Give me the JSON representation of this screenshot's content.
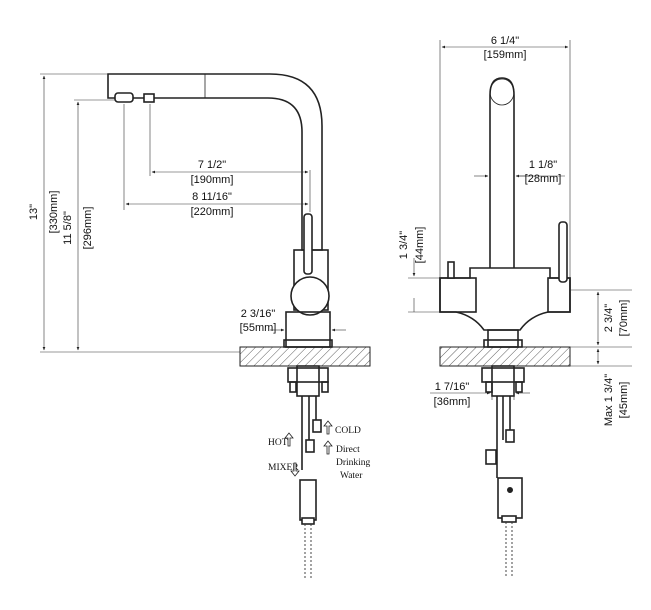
{
  "side_view": {
    "dims": {
      "overall_height": {
        "imperial": "13\"",
        "metric": "[330mm]"
      },
      "spout_height": {
        "imperial": "11 5/8\"",
        "metric": "[296mm]"
      },
      "reach_1": {
        "imperial": "7 1/2\"",
        "metric": "[190mm]"
      },
      "reach_2": {
        "imperial": "8 11/16\"",
        "metric": "[220mm]"
      },
      "base_dia": {
        "imperial": "2 3/16\"",
        "metric": "[55mm]"
      }
    },
    "hose_labels": {
      "cold": "COLD",
      "hot": "HOT",
      "mixer": "MIXER",
      "direct": "Direct",
      "drinking": "Drinking",
      "water": "Water"
    }
  },
  "front_view": {
    "dims": {
      "width": {
        "imperial": "6 1/4\"",
        "metric": "[159mm]"
      },
      "spout_dia": {
        "imperial": "1 1/8\"",
        "metric": "[28mm]"
      },
      "lever_height": {
        "imperial": "1 3/4\"",
        "metric": "[44mm]"
      },
      "body_height": {
        "imperial": "2 3/4\"",
        "metric": "[70mm]"
      },
      "shank_dia": {
        "imperial": "1 7/16\"",
        "metric": "[36mm]"
      },
      "max_deck": {
        "imperial": "Max 1 3/4\"",
        "metric": "[45mm]"
      }
    }
  }
}
